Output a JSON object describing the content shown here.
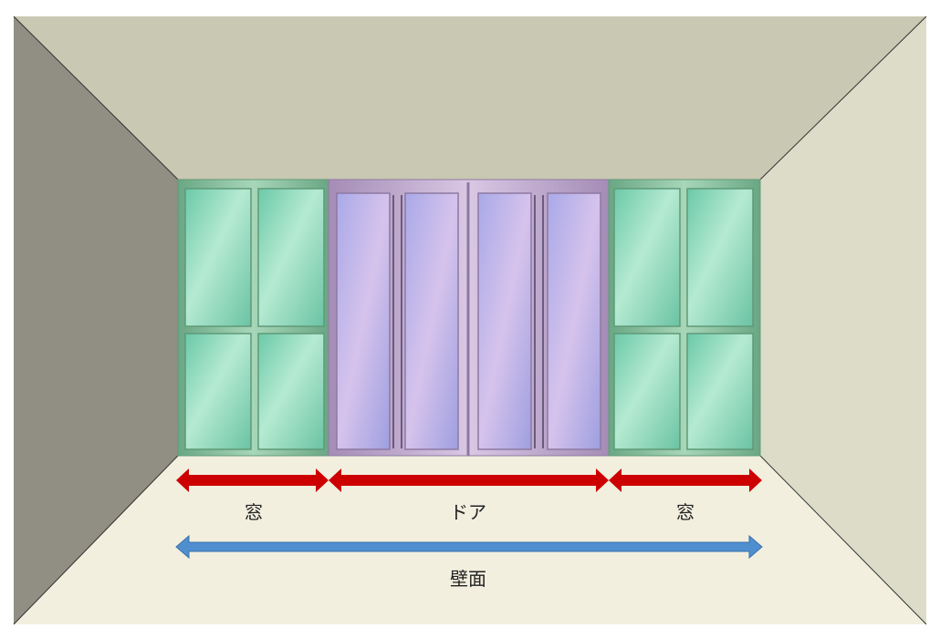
{
  "labels": {
    "window_left": "窓",
    "door": "ドア",
    "window_right": "窓",
    "wall_surface": "壁面"
  },
  "colors": {
    "ceiling": "#c9c8b2",
    "left_wall": "#918f83",
    "right_wall": "#dcdcc9",
    "floor": "#f2efdf",
    "window_frame": "#7fb893",
    "window_glass": "#a8e2c8",
    "door_frame": "#b9a3c8",
    "door_glass": "#c7b6e8",
    "arrow_red": "#cc0000",
    "arrow_blue": "#4f8fd0"
  },
  "icons": {
    "window_left": "sliding-window-icon",
    "door": "double-sliding-door-icon",
    "window_right": "sliding-window-icon"
  }
}
